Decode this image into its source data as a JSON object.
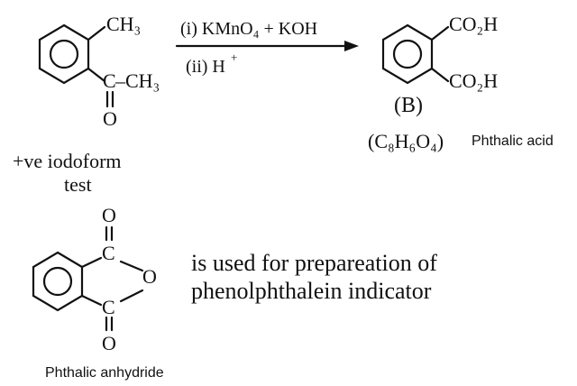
{
  "reactant": {
    "methyl": "CH₃",
    "carbonyl_carbon": "C",
    "dash_methyl": "–CH₃",
    "oxygen": "O",
    "note_line1": "+ve iodoform",
    "note_line2": "test"
  },
  "reaction": {
    "step1": "(i) KMnO₄ + KOH",
    "step2_base": "(ii) H",
    "step2_charge": "+"
  },
  "product": {
    "carboxyl_top": "CO₂H",
    "carboxyl_bottom": "CO₂H",
    "label": "(B)",
    "formula_base": "(C₈H₆O₄)",
    "name": "Phthalic acid"
  },
  "anhydride": {
    "o_top": "O",
    "c_top": "C",
    "o_ring": "O",
    "c_bottom": "C",
    "o_bottom": "O",
    "caption": "Phthalic anhydride"
  },
  "use_text": {
    "line1": "is used for prepareation of",
    "line2": "phenolphthalein indicator"
  }
}
